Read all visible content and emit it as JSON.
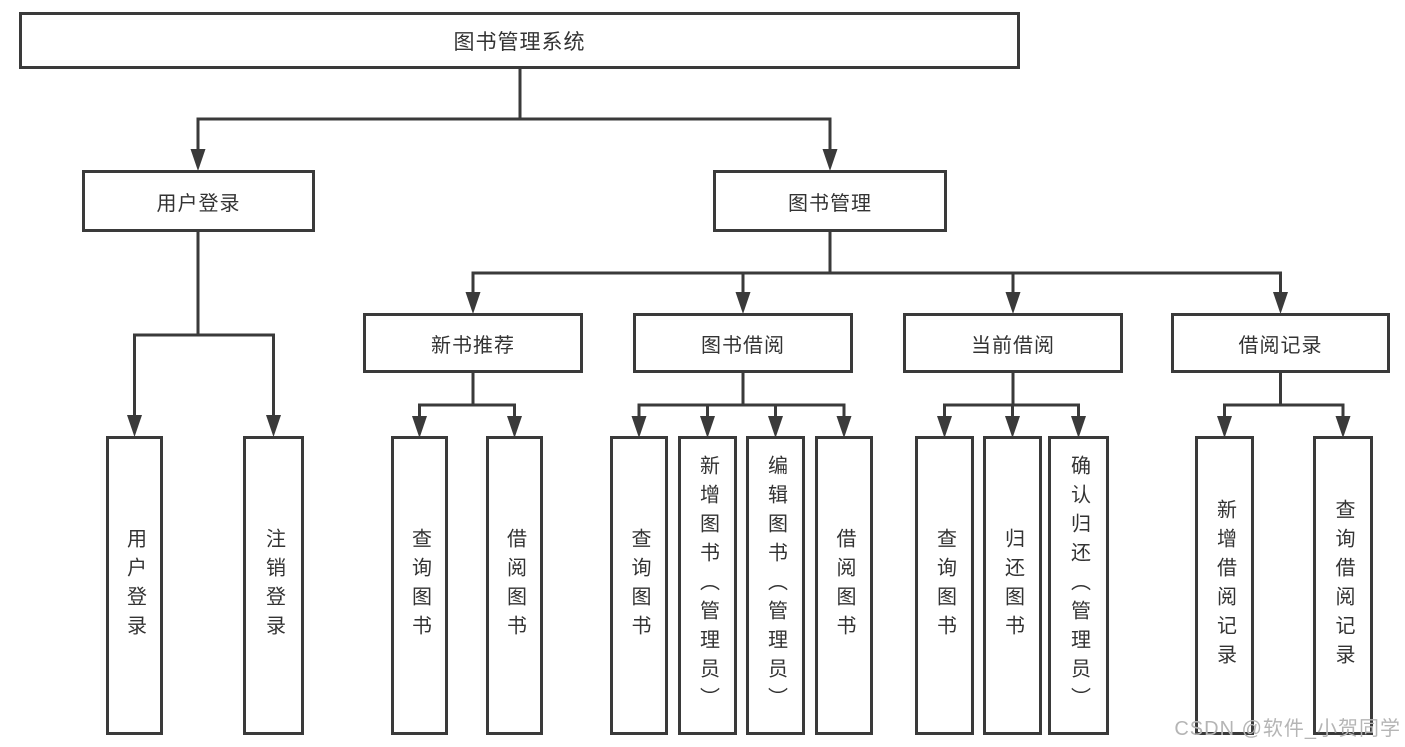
{
  "colors": {
    "line": "#3a3a3a",
    "text": "#333333",
    "watermark": "#b5b5b5",
    "background": "#ffffff"
  },
  "watermark": {
    "text": "CSDN @软件_小贺同学"
  },
  "tree": {
    "root": "图书管理系统",
    "branches": [
      {
        "label": "用户登录",
        "leaves": [
          "用户登录",
          "注销登录"
        ]
      },
      {
        "label": "图书管理",
        "children": [
          {
            "label": "新书推荐",
            "leaves": [
              "查询图书",
              "借阅图书"
            ]
          },
          {
            "label": "图书借阅",
            "leaves": [
              "查询图书",
              "新增图书（管理员）",
              "编辑图书（管理员）",
              "借阅图书"
            ]
          },
          {
            "label": "当前借阅",
            "leaves": [
              "查询图书",
              "归还图书",
              "确认归还（管理员）"
            ]
          },
          {
            "label": "借阅记录",
            "leaves": [
              "新增借阅记录",
              "查询借阅记录"
            ]
          }
        ]
      }
    ]
  }
}
